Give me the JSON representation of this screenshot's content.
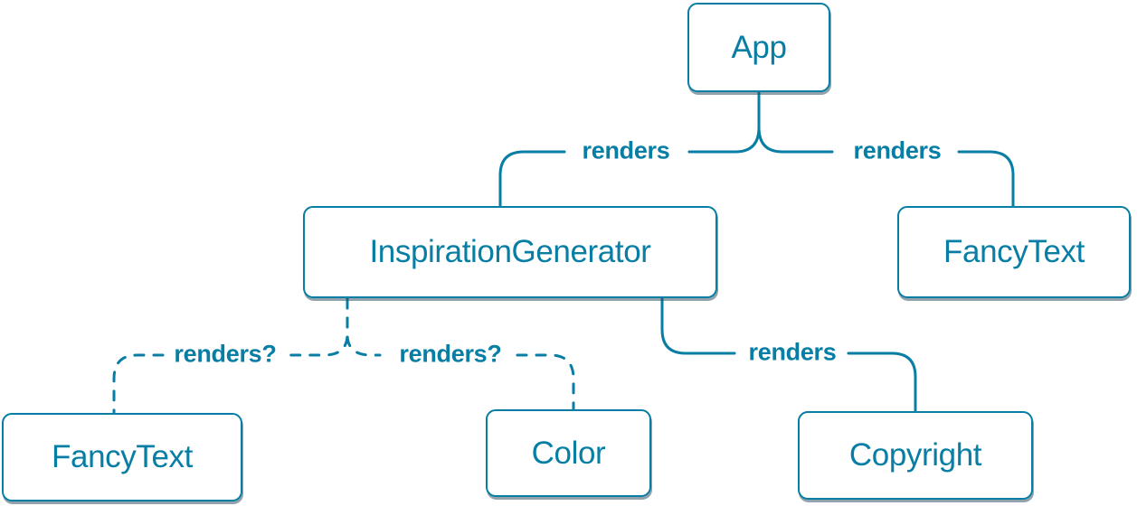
{
  "diagram": {
    "accent_color": "#087ea4",
    "background_color": "#ffffff",
    "nodes": [
      {
        "id": "app",
        "label": "App"
      },
      {
        "id": "inspiration-generator",
        "label": "InspirationGenerator"
      },
      {
        "id": "fancy-text-top",
        "label": "FancyText"
      },
      {
        "id": "fancy-text-bottom",
        "label": "FancyText"
      },
      {
        "id": "color",
        "label": "Color"
      },
      {
        "id": "copyright",
        "label": "Copyright"
      }
    ],
    "edges": [
      {
        "from": "App",
        "to": "InspirationGenerator",
        "label": "renders",
        "style": "solid"
      },
      {
        "from": "App",
        "to": "FancyText",
        "label": "renders",
        "style": "solid"
      },
      {
        "from": "InspirationGenerator",
        "to": "FancyText",
        "label": "renders?",
        "style": "dashed"
      },
      {
        "from": "InspirationGenerator",
        "to": "Color",
        "label": "renders?",
        "style": "dashed"
      },
      {
        "from": "InspirationGenerator",
        "to": "Copyright",
        "label": "renders",
        "style": "solid"
      }
    ]
  }
}
